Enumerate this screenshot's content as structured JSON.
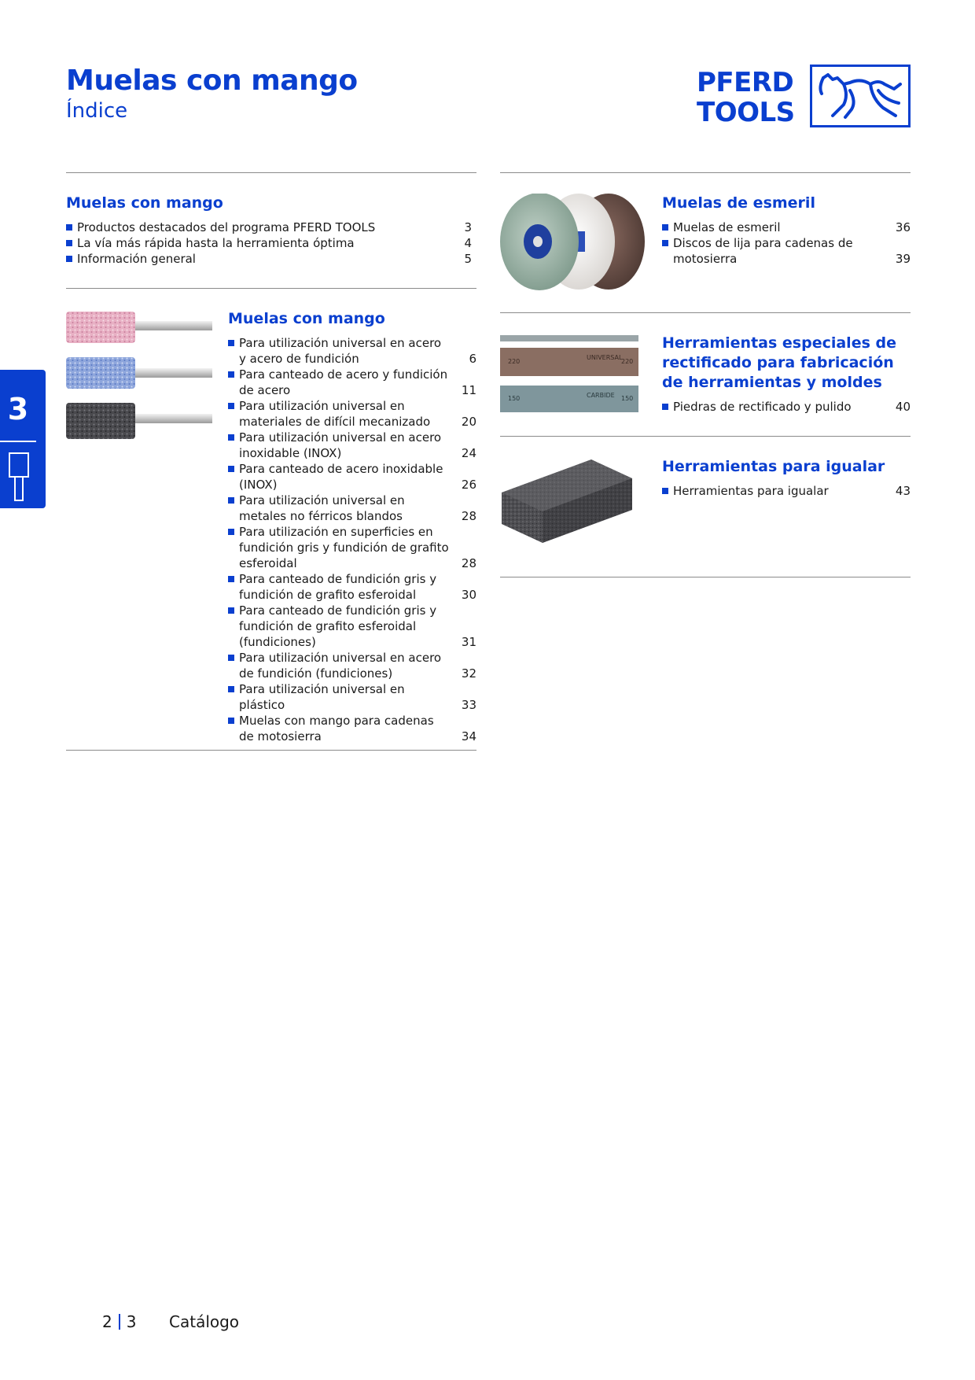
{
  "header": {
    "title": "Muelas con mango",
    "subtitle": "Índice"
  },
  "logo": {
    "line1": "PFERD",
    "line2": "TOOLS",
    "emblem": "horse-emblem-icon"
  },
  "side_tab": {
    "chapter": "3",
    "icon": "mounted-point-icon"
  },
  "sections": {
    "mango_intro": {
      "title": "Muelas con mango",
      "items": [
        {
          "label": "Productos destacados del programa PFERD TOOLS",
          "page": "3"
        },
        {
          "label": "La vía más rápida hasta la herramienta óptima",
          "page": "4"
        },
        {
          "label": "Información general",
          "page": "5"
        }
      ]
    },
    "mango_main": {
      "title": "Muelas con mango",
      "items": [
        {
          "label": "Para utilización universal en acero y acero de fundición",
          "page": "6"
        },
        {
          "label": "Para canteado de acero y fundición de acero",
          "page": "11"
        },
        {
          "label": "Para utilización universal en materiales de difícil mecanizado",
          "page": "20"
        },
        {
          "label": "Para utilización universal en acero inoxidable (INOX)",
          "page": "24"
        },
        {
          "label": "Para canteado de acero inoxidable (INOX)",
          "page": "26"
        },
        {
          "label": "Para utilización universal en metales no férricos blandos",
          "page": "28"
        },
        {
          "label": "Para utilización en superficies en fundición gris y fundición de grafito esferoidal",
          "page": "28"
        },
        {
          "label": "Para canteado de fundición gris y fundición de grafito esferoidal",
          "page": "30"
        },
        {
          "label": "Para canteado de fundición gris y fundición de grafito esferoidal (fundiciones)",
          "page": "31"
        },
        {
          "label": "Para utilización universal en acero de fundición (fundiciones)",
          "page": "32"
        },
        {
          "label": "Para utilización universal en plástico",
          "page": "33"
        },
        {
          "label": "Muelas con mango para cadenas de motosierra",
          "page": "34"
        }
      ]
    },
    "esmeril": {
      "title": "Muelas de esmeril",
      "items": [
        {
          "label": "Muelas de esmeril",
          "page": "36"
        },
        {
          "label": "Discos de lija para cadenas de motosierra",
          "page": "39"
        }
      ]
    },
    "especiales": {
      "title": "Herramientas especiales de rectificado para fabricación de herramientas y moldes",
      "items": [
        {
          "label": "Piedras de rectificado y pulido",
          "page": "40"
        }
      ],
      "stone_labels": {
        "top": "220",
        "top_brand": "UNIVERSAL",
        "top_right": "220",
        "bottom": "150",
        "bottom_brand": "CARBIDE",
        "bottom_right": "150"
      }
    },
    "igualar": {
      "title": "Herramientas para igualar",
      "items": [
        {
          "label": "Herramientas para igualar",
          "page": "43"
        }
      ]
    }
  },
  "footer": {
    "page_left": "2",
    "page_right": "3",
    "label": "Catálogo"
  },
  "colors": {
    "brand_blue": "#0a3fcf",
    "rule_gray": "#8a8a8a"
  }
}
